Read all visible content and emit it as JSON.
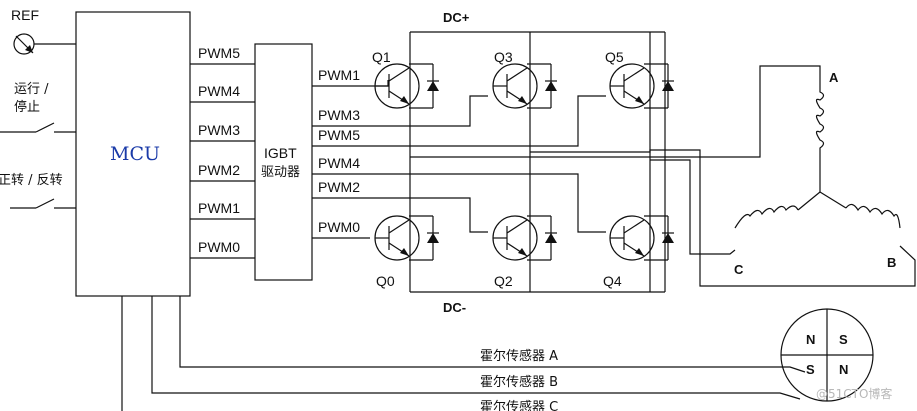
{
  "inputs": {
    "ref_label": "REF",
    "run_stop_line1": "运行 /",
    "run_stop_line2": "停止",
    "direction_label": "正转 / 反转"
  },
  "mcu": {
    "label": "MCU"
  },
  "mcu_outputs": [
    "PWM5",
    "PWM4",
    "PWM3",
    "PWM2",
    "PWM1",
    "PWM0"
  ],
  "driver": {
    "line1": "IGBT",
    "line2": "驱动器"
  },
  "driver_outputs": [
    "PWM1",
    "PWM3",
    "PWM5",
    "PWM4",
    "PWM2",
    "PWM0"
  ],
  "bus": {
    "positive": "DC+",
    "negative": "DC-"
  },
  "transistors": {
    "upper": [
      "Q1",
      "Q3",
      "Q5"
    ],
    "lower": [
      "Q0",
      "Q2",
      "Q4"
    ]
  },
  "motor": {
    "phases": [
      "A",
      "B",
      "C"
    ]
  },
  "hall_sensors": [
    "霍尔传感器 A",
    "霍尔传感器 B",
    "霍尔传感器 C"
  ],
  "rotor_poles": [
    "N",
    "S",
    "S",
    "N"
  ],
  "watermark": "@51CTO博客"
}
